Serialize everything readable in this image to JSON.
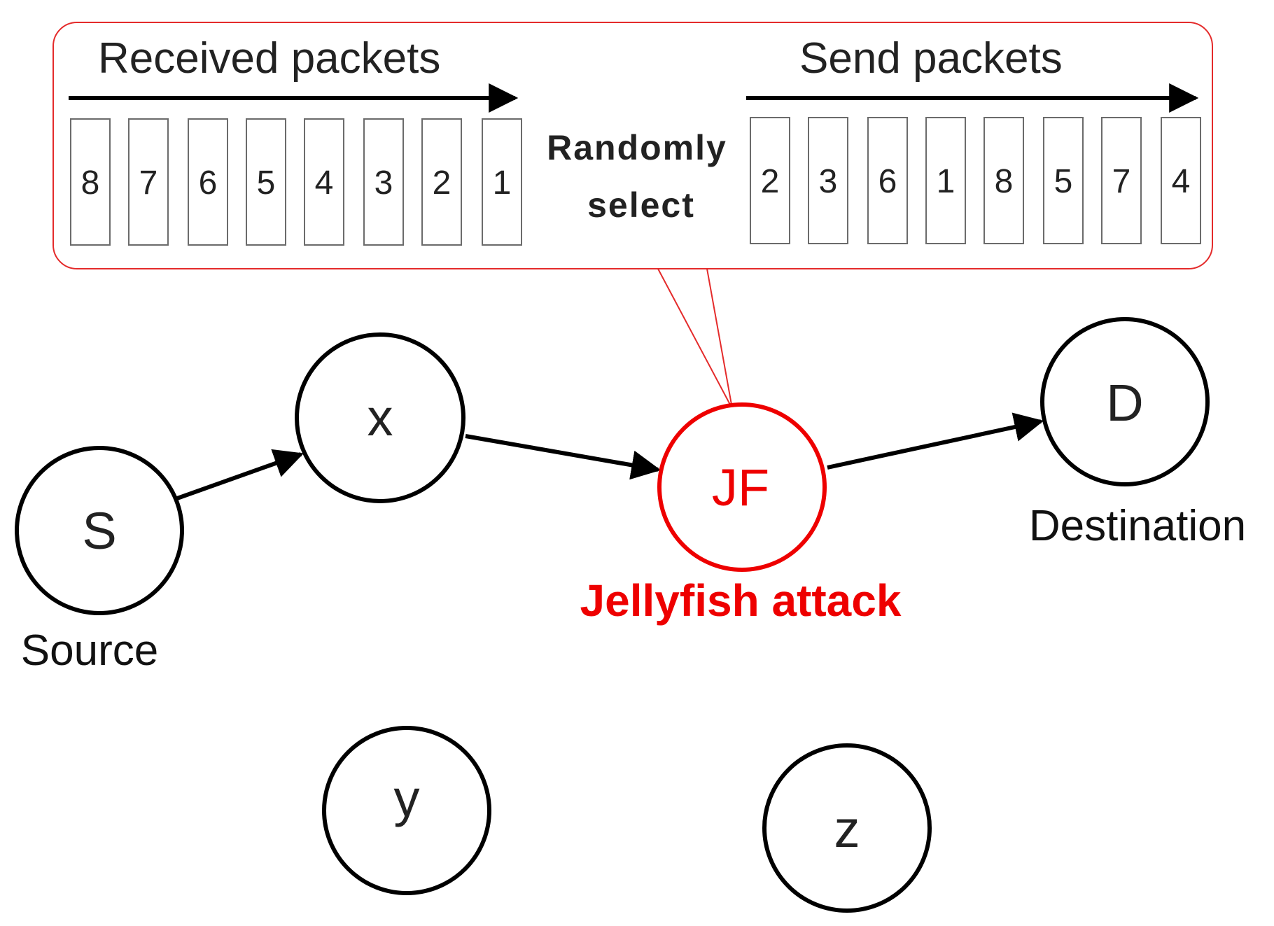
{
  "received": {
    "title": "Received packets",
    "packets": [
      "8",
      "7",
      "6",
      "5",
      "4",
      "3",
      "2",
      "1"
    ]
  },
  "sent": {
    "title": "Send packets",
    "packets": [
      "2",
      "3",
      "6",
      "1",
      "8",
      "5",
      "7",
      "4"
    ]
  },
  "selection": {
    "line1": "Randomly",
    "line2": "select"
  },
  "nodes": {
    "source": {
      "label": "S",
      "caption": "Source"
    },
    "x": {
      "label": "x"
    },
    "jellyfish": {
      "label": "JF",
      "caption": "Jellyfish attack"
    },
    "destination": {
      "label": "D",
      "caption": "Destination"
    },
    "y": {
      "label": "y"
    },
    "z": {
      "label": "z"
    }
  },
  "colors": {
    "attack": "#ee0000",
    "callout_border": "#e42b2b",
    "node_stroke": "#000000",
    "text": "#222222"
  }
}
